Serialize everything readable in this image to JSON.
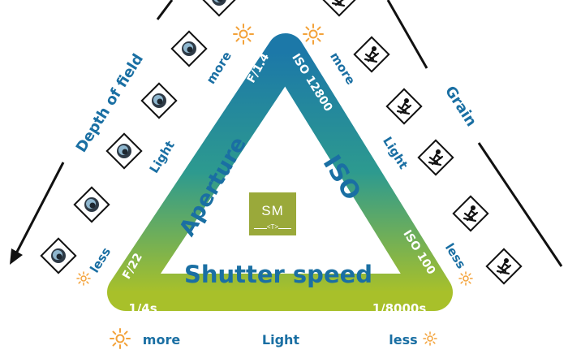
{
  "triangle": {
    "labels": {
      "aperture": "Aperture",
      "iso": "ISO",
      "shutter": "Shutter speed",
      "f14": "F/1.4",
      "iso12800": "ISO 12800",
      "f22": "F/22",
      "iso100": "ISO 100",
      "t14s": "1/4s",
      "t8000s": "1/8000s"
    },
    "gradient": {
      "top": "#1c78a8",
      "mid": "#2d9a8f",
      "bottom": "#a8c02a"
    }
  },
  "left_side": {
    "title": "Depth of field",
    "more": "more",
    "light": "Light",
    "less": "less",
    "icon": "aperture-lens-icon"
  },
  "right_side": {
    "title": "Grain",
    "more": "more",
    "light": "Light",
    "less": "less",
    "icon": "skier-icon"
  },
  "bottom": {
    "more": "more",
    "light": "Light",
    "less": "less"
  },
  "logo": {
    "main": "SM",
    "sub": "<T>"
  },
  "colors": {
    "text_blue": "#1a6fa3",
    "sun_orange": "#f3a23a",
    "arrow": "#111111"
  }
}
